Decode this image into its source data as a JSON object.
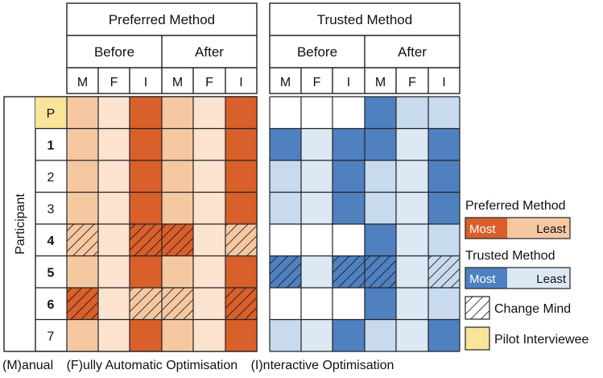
{
  "colors": {
    "orange_most": "#d95f2b",
    "orange_least": "#f6c8a2",
    "orange_light": "#fbe3cf",
    "blue_most": "#4f81c0",
    "blue_least": "#dde8f5",
    "blue_light": "#c8daee",
    "white": "#ffffff",
    "pilot_yellow": "#f8e59a"
  },
  "header": {
    "group_preferred": "Preferred Method",
    "group_trusted": "Trusted Method",
    "before": "Before",
    "after": "After",
    "cols": [
      "M",
      "F",
      "I",
      "M",
      "F",
      "I",
      "M",
      "F",
      "I",
      "M",
      "F",
      "I"
    ]
  },
  "participant_label": "Participant",
  "rows": [
    {
      "id": "P",
      "preferred": [
        [
          "ol",
          "ow",
          "om"
        ],
        [
          "ol",
          "ow",
          "om"
        ]
      ],
      "trusted": [
        [
          "w",
          "w",
          "w"
        ],
        [
          "bm",
          "bl",
          "bl"
        ]
      ],
      "hatch_pref": [
        [
          false,
          false,
          false
        ],
        [
          false,
          false,
          false
        ]
      ],
      "hatch_trust": [
        [
          false,
          false,
          false
        ],
        [
          false,
          false,
          false
        ]
      ]
    },
    {
      "id": "1",
      "preferred": [
        [
          "ol",
          "ow",
          "om"
        ],
        [
          "ol",
          "ow",
          "om"
        ]
      ],
      "trusted": [
        [
          "bm",
          "bw",
          "bm"
        ],
        [
          "bm",
          "bw",
          "bm"
        ]
      ],
      "hatch_pref": [
        [
          false,
          false,
          false
        ],
        [
          false,
          false,
          false
        ]
      ],
      "hatch_trust": [
        [
          false,
          false,
          false
        ],
        [
          false,
          false,
          false
        ]
      ]
    },
    {
      "id": "2",
      "preferred": [
        [
          "ol",
          "ow",
          "om"
        ],
        [
          "ol",
          "ow",
          "om"
        ]
      ],
      "trusted": [
        [
          "bl",
          "bw",
          "bm"
        ],
        [
          "bl",
          "bw",
          "bm"
        ]
      ],
      "hatch_pref": [
        [
          false,
          false,
          false
        ],
        [
          false,
          false,
          false
        ]
      ],
      "hatch_trust": [
        [
          false,
          false,
          false
        ],
        [
          false,
          false,
          false
        ]
      ]
    },
    {
      "id": "3",
      "preferred": [
        [
          "ol",
          "ow",
          "om"
        ],
        [
          "ol",
          "ow",
          "om"
        ]
      ],
      "trusted": [
        [
          "bl",
          "bw",
          "bm"
        ],
        [
          "bl",
          "bw",
          "bm"
        ]
      ],
      "hatch_pref": [
        [
          false,
          false,
          false
        ],
        [
          false,
          false,
          false
        ]
      ],
      "hatch_trust": [
        [
          false,
          false,
          false
        ],
        [
          false,
          false,
          false
        ]
      ]
    },
    {
      "id": "4",
      "preferred": [
        [
          "ol",
          "ow",
          "om"
        ],
        [
          "om",
          "ow",
          "ol"
        ]
      ],
      "trusted": [
        [
          "w",
          "w",
          "w"
        ],
        [
          "bm",
          "bw",
          "bl"
        ]
      ],
      "hatch_pref": [
        [
          true,
          false,
          true
        ],
        [
          true,
          false,
          true
        ]
      ],
      "hatch_trust": [
        [
          false,
          false,
          false
        ],
        [
          false,
          false,
          false
        ]
      ]
    },
    {
      "id": "5",
      "preferred": [
        [
          "ol",
          "ow",
          "om"
        ],
        [
          "ol",
          "ow",
          "om"
        ]
      ],
      "trusted": [
        [
          "bm",
          "bw",
          "bm"
        ],
        [
          "bm",
          "bw",
          "bl"
        ]
      ],
      "hatch_pref": [
        [
          false,
          false,
          false
        ],
        [
          false,
          false,
          false
        ]
      ],
      "hatch_trust": [
        [
          true,
          false,
          true
        ],
        [
          true,
          false,
          true
        ]
      ]
    },
    {
      "id": "6",
      "preferred": [
        [
          "om",
          "ow",
          "ol"
        ],
        [
          "ol",
          "ow",
          "om"
        ]
      ],
      "trusted": [
        [
          "w",
          "w",
          "w"
        ],
        [
          "bm",
          "bw",
          "bl"
        ]
      ],
      "hatch_pref": [
        [
          true,
          false,
          true
        ],
        [
          true,
          false,
          true
        ]
      ],
      "hatch_trust": [
        [
          false,
          false,
          false
        ],
        [
          false,
          false,
          false
        ]
      ]
    },
    {
      "id": "7",
      "preferred": [
        [
          "ol",
          "ow",
          "om"
        ],
        [
          "ol",
          "ow",
          "om"
        ]
      ],
      "trusted": [
        [
          "bl",
          "bw",
          "bm"
        ],
        [
          "bl",
          "bw",
          "bm"
        ]
      ],
      "hatch_pref": [
        [
          false,
          false,
          false
        ],
        [
          false,
          false,
          false
        ]
      ],
      "hatch_trust": [
        [
          false,
          false,
          false
        ],
        [
          false,
          false,
          false
        ]
      ]
    }
  ],
  "legend": {
    "preferred_title": "Preferred Method",
    "trusted_title": "Trusted Method",
    "most": "Most",
    "least": "Least",
    "change_mind": "Change Mind",
    "pilot": "Pilot Interviewee"
  },
  "footer": {
    "manual_key": "(M)",
    "manual_rest": "anual",
    "fully_key": "(F)",
    "fully_rest": "ully Automatic Optimisation",
    "inter_key": "(I)",
    "inter_rest": "nteractive Optimisation"
  }
}
